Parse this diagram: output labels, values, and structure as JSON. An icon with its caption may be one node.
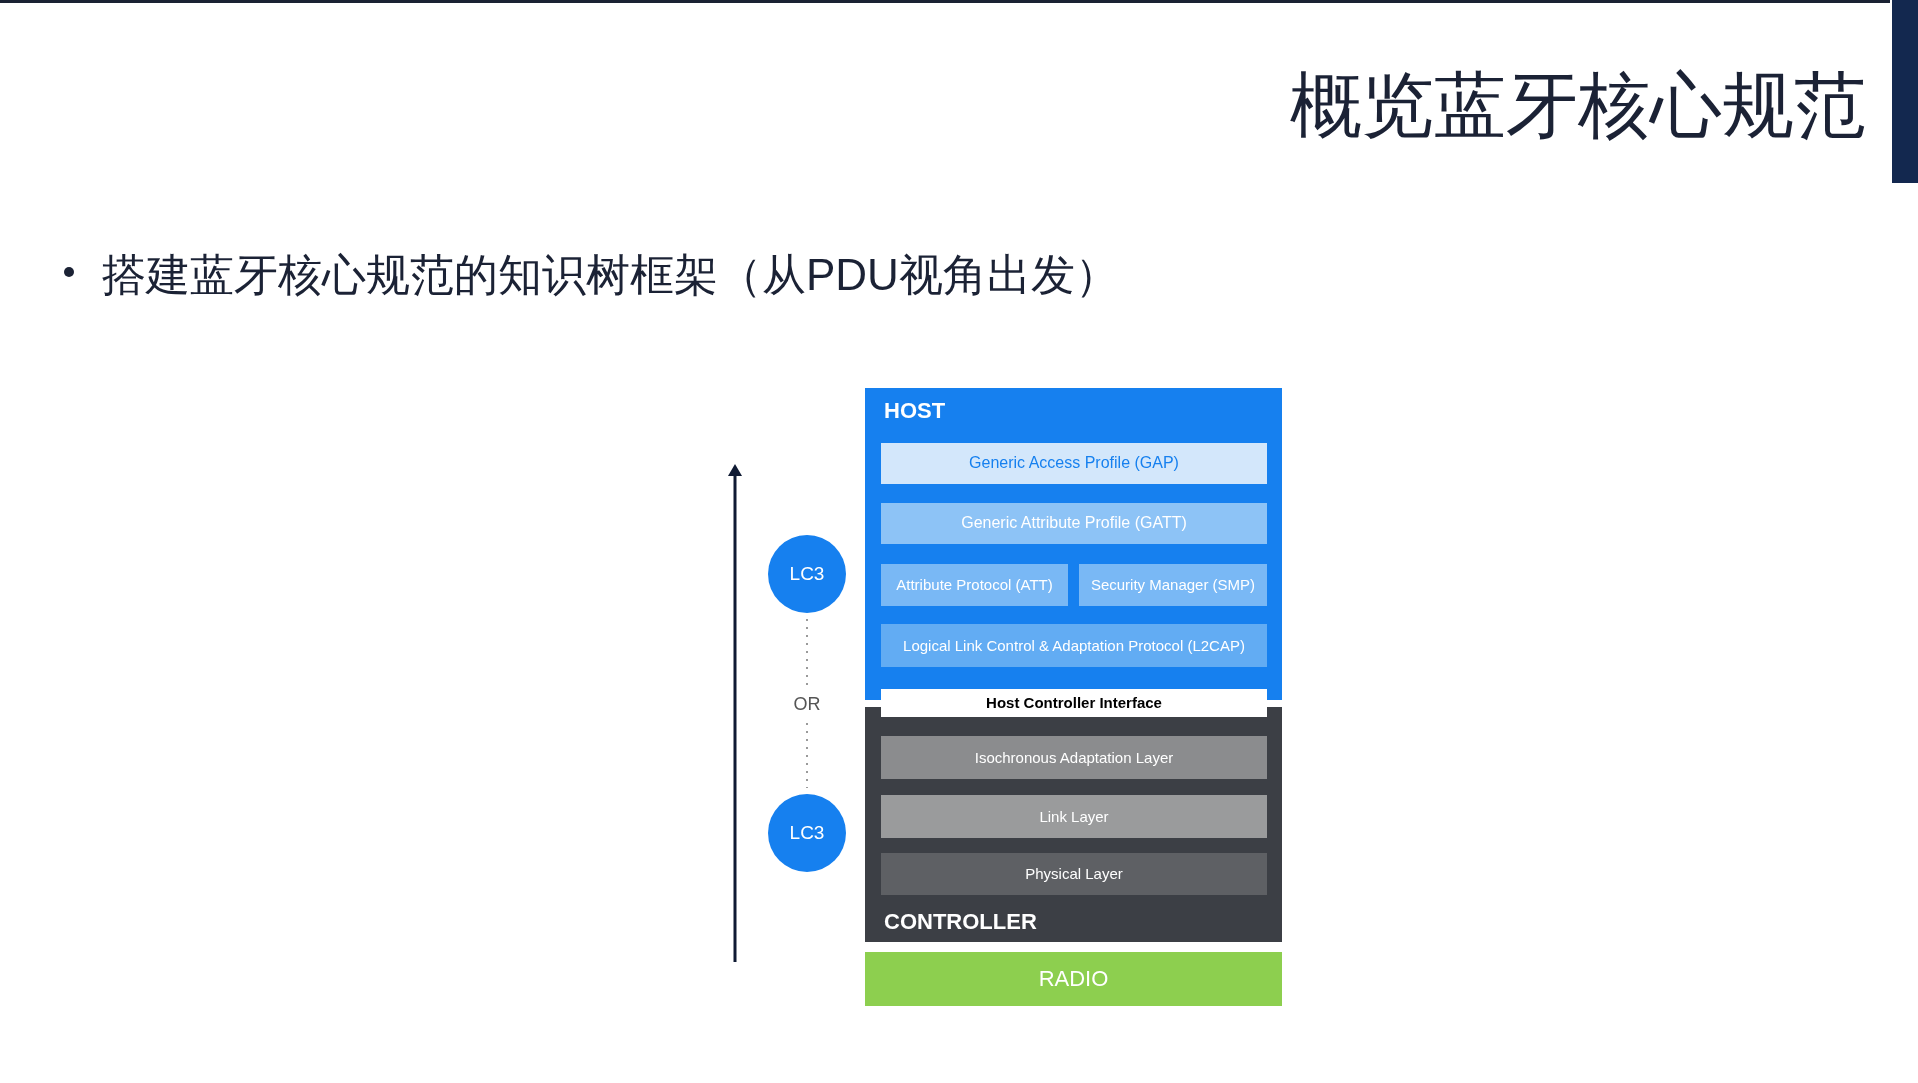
{
  "diagram": {
    "title": "概览蓝牙核心规范",
    "nodes": [
      {
        "text": [
          "LC3"
        ]
      },
      {
        "text": [
          "LC3"
        ]
      },
      {
        "text": [
          "HOST"
        ]
      },
      {
        "text": [
          "Generic Access Profile (GAP)"
        ],
        "in": 2
      },
      {
        "text": [
          "Generic Attribute Profile (GATT)"
        ],
        "in": 2
      },
      {
        "text": [
          "Attribute Protocol (ATT)"
        ],
        "in": 2
      },
      {
        "text": [
          "Security Manager (SMP)"
        ],
        "in": 2
      },
      {
        "text": [
          "Logical Link Control & Adaptation Protocol (L2CAP)"
        ],
        "in": 2
      },
      {
        "text": [
          "Host Controller Interface"
        ]
      },
      {
        "text": [
          "CONTROLLER"
        ]
      },
      {
        "text": [
          "Isochronous Adaptation Layer"
        ],
        "in": 9
      },
      {
        "text": [
          "Link Layer"
        ],
        "in": 9
      },
      {
        "text": [
          "Physical Layer"
        ],
        "in": 9
      },
      {
        "text": [
          "RADIO"
        ]
      }
    ],
    "edges": [
      {
        "from": 0,
        "to": 1,
        "arrow": "none",
        "label": "OR",
        "style": "dashed"
      }
    ],
    "labels": [
      "搭建蓝牙核心规范的知识树框架（从PDU视角出发）"
    ]
  }
}
